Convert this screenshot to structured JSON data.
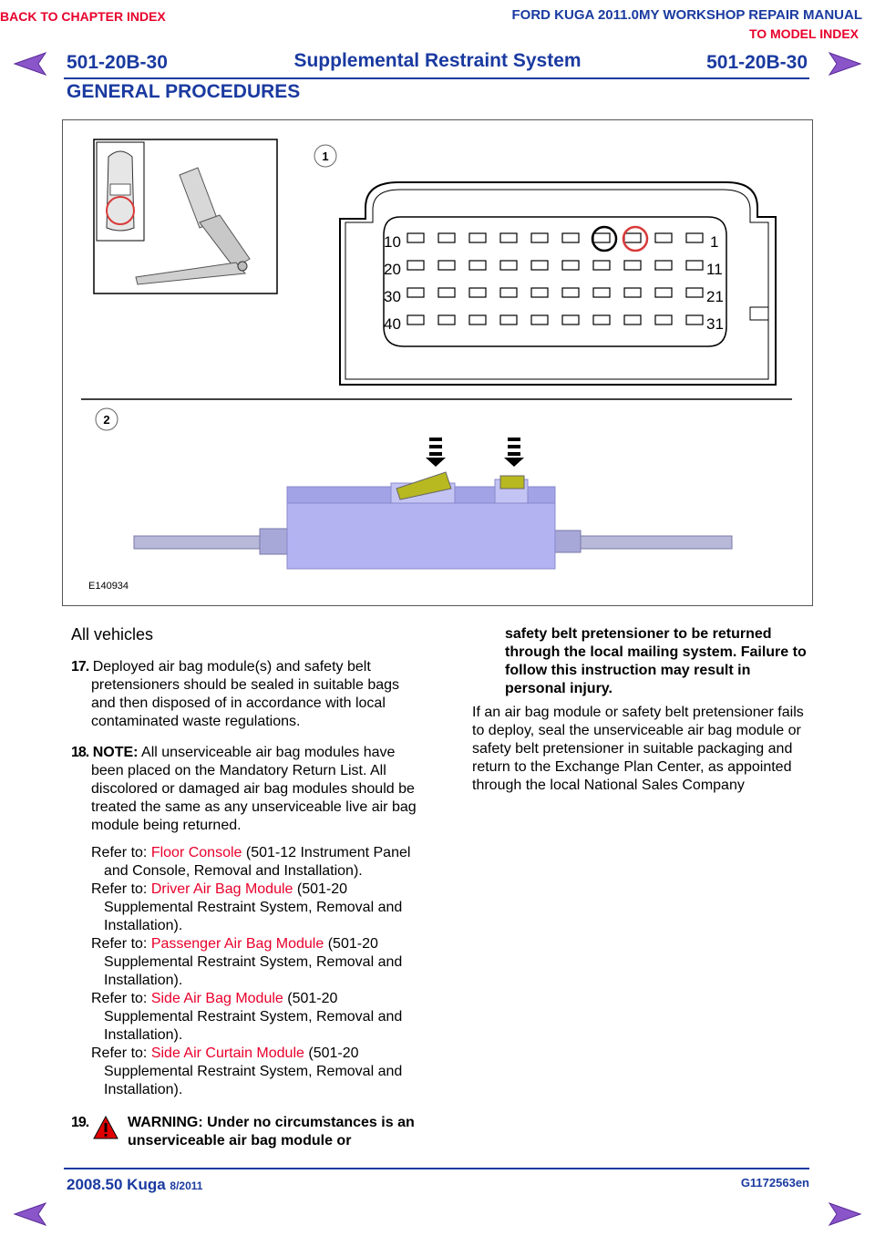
{
  "nav": {
    "back_chapter": "BACK TO CHAPTER INDEX",
    "manual_title": "FORD KUGA 2011.0MY WORKSHOP REPAIR MANUAL",
    "to_model": "TO MODEL INDEX"
  },
  "header": {
    "code_left": "501-20B-30",
    "title": "Supplemental Restraint System",
    "code_right": "501-20B-30",
    "section": "GENERAL PROCEDURES"
  },
  "figure": {
    "callout_1": "1",
    "callout_2": "2",
    "pin_labels_left": [
      "10",
      "20",
      "30",
      "40"
    ],
    "pin_labels_right": [
      "1",
      "11",
      "21",
      "31"
    ],
    "figure_id": "E140934"
  },
  "body": {
    "heading": "All vehicles",
    "step17_num": "17.",
    "step17_text": "Deployed air bag module(s) and safety belt pretensioners should be sealed in suitable bags and then disposed of in accordance with local contaminated waste regulations.",
    "step18_num": "18.",
    "step18_note_label": "NOTE:",
    "step18_text": "All unserviceable air bag modules have been placed on the Mandatory Return List. All discolored or damaged air bag modules should be treated the same as any unserviceable live air bag module being returned.",
    "refer_prefix": "Refer to:",
    "refs": [
      {
        "link": "Floor Console",
        "rest": "(501-12 Instrument Panel and Console, Removal and Installation)."
      },
      {
        "link": "Driver Air Bag Module",
        "rest": "(501-20 Supplemental Restraint System, Removal and Installation)."
      },
      {
        "link": "Passenger Air Bag Module",
        "rest": "(501-20 Supplemental Restraint System, Removal and Installation)."
      },
      {
        "link": "Side Air Bag Module",
        "rest": "(501-20 Supplemental Restraint System, Removal and Installation)."
      },
      {
        "link": "Side Air Curtain Module",
        "rest": "(501-20 Supplemental Restraint System, Removal and Installation)."
      }
    ],
    "step19_num": "19.",
    "warning_part1": "WARNING: Under no circumstances is an unserviceable air bag module or",
    "warning_part2": "safety belt pretensioner to be returned through the local mailing system. Failure to follow this instruction may result in personal injury.",
    "step19_text": "If an air bag module or safety belt pretensioner fails to deploy, seal the unserviceable air bag module or safety belt pretensioner in suitable packaging and return to the Exchange Plan Center, as appointed through the local National Sales Company"
  },
  "footer": {
    "model": "2008.50 Kuga",
    "date": "8/2011",
    "code": "G1172563en"
  },
  "colors": {
    "brand_blue": "#1a3aa0",
    "link_red": "#e8002b"
  }
}
